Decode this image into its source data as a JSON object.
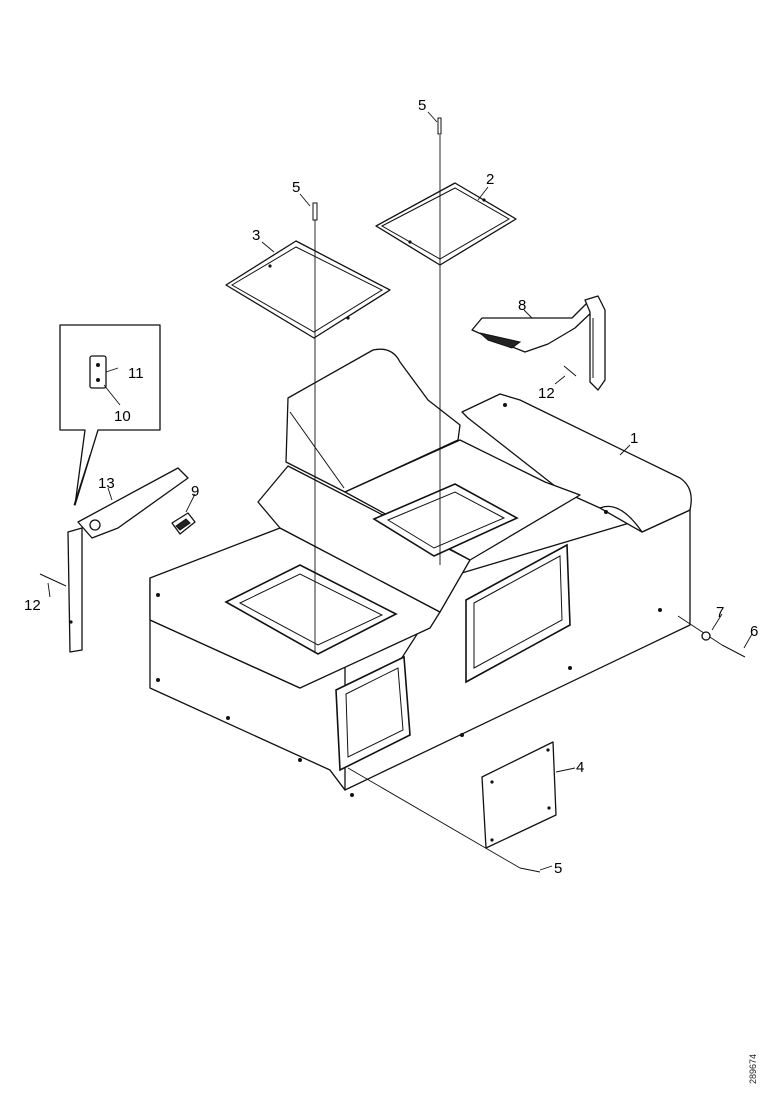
{
  "callouts": {
    "c1": "1",
    "c2": "2",
    "c3": "3",
    "c4": "4",
    "c5a": "5",
    "c5b": "5",
    "c5c": "5",
    "c6": "6",
    "c7": "7",
    "c8": "8",
    "c9": "9",
    "c10": "10",
    "c11": "11",
    "c12a": "12",
    "c12b": "12",
    "c13": "13"
  },
  "drawing_number": "289674"
}
